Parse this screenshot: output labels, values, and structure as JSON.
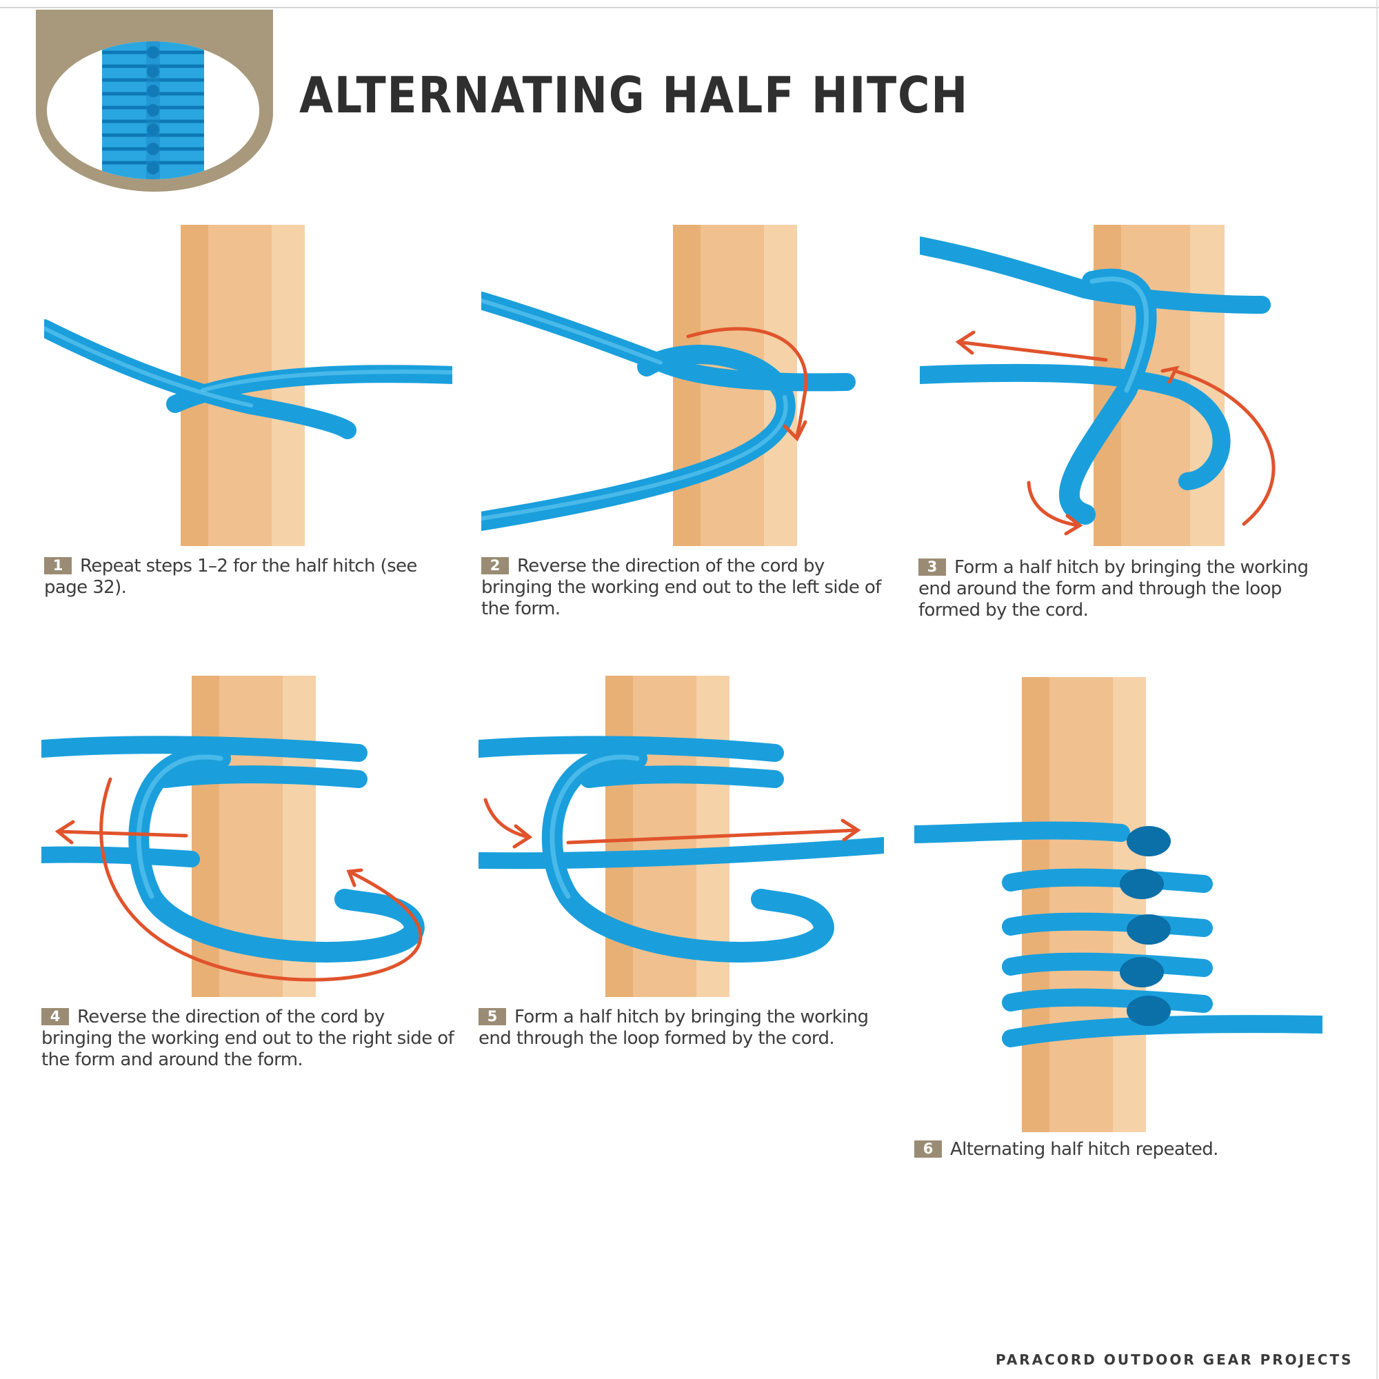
{
  "page": {
    "title": "ALTERNATING HALF HITCH",
    "footer": "PARACORD OUTDOOR GEAR PROJECTS"
  },
  "colors": {
    "cord": "#1a9fdc",
    "cord_light": "#5cc4ee",
    "cord_dark": "#0b6fa8",
    "wood": "#f0c08e",
    "arrow": "#e0532c",
    "badge": "#a8997c",
    "step_box": "#9a8c74"
  },
  "steps": [
    {
      "number": "1",
      "text": "Repeat steps 1–2 for the half hitch (see page 32)."
    },
    {
      "number": "2",
      "text": "Reverse the direction of the cord by bringing the working end out to the left side of the form."
    },
    {
      "number": "3",
      "text": "Form a half hitch by bringing the working end around the form and through the loop formed by the cord."
    },
    {
      "number": "4",
      "text": "Reverse the direction of the cord by bringing the working end out to the right side of the form and around the form."
    },
    {
      "number": "5",
      "text": "Form a half hitch by bringing the working end through the loop formed by the cord."
    },
    {
      "number": "6",
      "text": "Alternating half hitch repeated."
    }
  ]
}
